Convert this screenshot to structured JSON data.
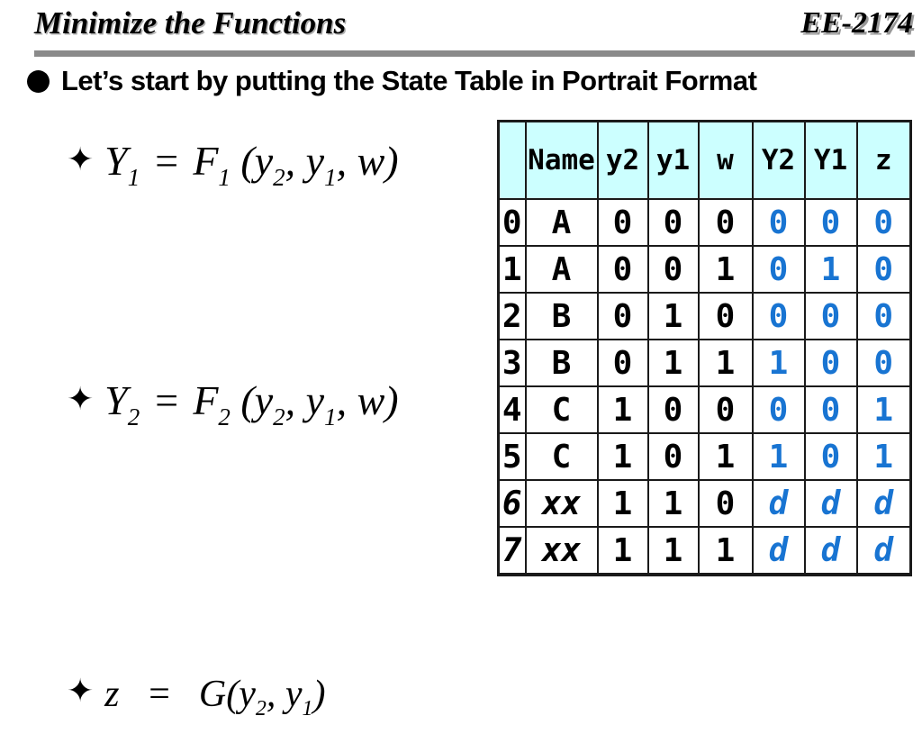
{
  "slide": {
    "title": "Minimize the Functions",
    "course_code": "EE-2174",
    "bullet_text": "Let’s start by putting the State Table in Portrait Format"
  },
  "formulas": {
    "f1": {
      "star": "✦",
      "lhs": "Y",
      "lhs_sub": "1",
      "eq": "=",
      "fn": "F",
      "fn_sub": "1",
      "arg1": "(y",
      "arg1_sub": "2",
      "arg2": ", y",
      "arg2_sub": "1",
      "arg3": ", w)"
    },
    "f2": {
      "star": "✦",
      "lhs": "Y",
      "lhs_sub": "2",
      "eq": "=",
      "fn": "F",
      "fn_sub": "2",
      "arg1": "(y",
      "arg1_sub": "2",
      "arg2": ", y",
      "arg2_sub": "1",
      "arg3": ", w)"
    },
    "f3": {
      "star": "✦",
      "lhs": "z",
      "eq": "=",
      "fn": "G(y",
      "fn_sub": "2",
      "arg2": ", y",
      "arg2_sub": "1",
      "arg3": ")"
    }
  },
  "state_table": {
    "columns": [
      "",
      "Name",
      "y2",
      "y1",
      "w",
      "Y2",
      "Y1",
      "z"
    ],
    "rows": [
      {
        "cells": [
          "0",
          "A",
          "0",
          "0",
          "0",
          "0",
          "0",
          "0"
        ],
        "dont_care": false
      },
      {
        "cells": [
          "1",
          "A",
          "0",
          "0",
          "1",
          "0",
          "1",
          "0"
        ],
        "dont_care": false
      },
      {
        "cells": [
          "2",
          "B",
          "0",
          "1",
          "0",
          "0",
          "0",
          "0"
        ],
        "dont_care": false
      },
      {
        "cells": [
          "3",
          "B",
          "0",
          "1",
          "1",
          "1",
          "0",
          "0"
        ],
        "dont_care": false
      },
      {
        "cells": [
          "4",
          "C",
          "1",
          "0",
          "0",
          "0",
          "0",
          "1"
        ],
        "dont_care": false
      },
      {
        "cells": [
          "5",
          "C",
          "1",
          "0",
          "1",
          "1",
          "0",
          "1"
        ],
        "dont_care": false
      },
      {
        "cells": [
          "6",
          "xx",
          "1",
          "1",
          "0",
          "d",
          "d",
          "d"
        ],
        "dont_care": true
      },
      {
        "cells": [
          "7",
          "xx",
          "1",
          "1",
          "1",
          "d",
          "d",
          "d"
        ],
        "dont_care": true
      }
    ]
  },
  "colors": {
    "next_state_blue": "#1874D2",
    "table_header_bg": "#CCFFFF",
    "divider_gray": "#8A8A8A"
  }
}
